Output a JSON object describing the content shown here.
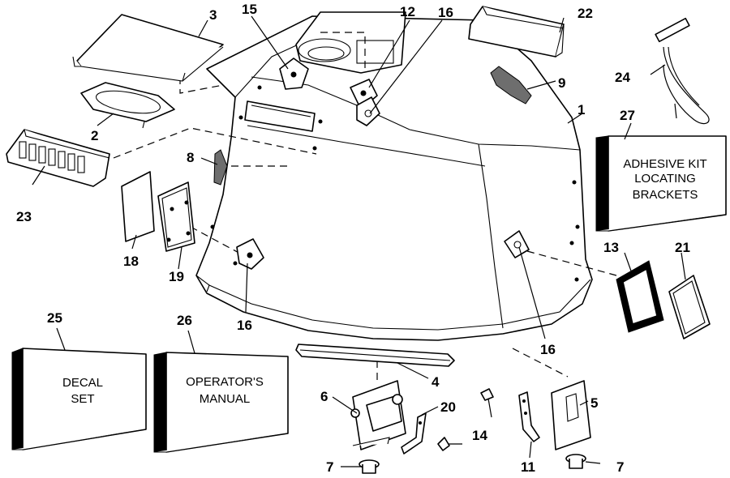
{
  "callouts": {
    "c1": "1",
    "c2": "2",
    "c3": "3",
    "c4": "4",
    "c5": "5",
    "c6": "6",
    "c7a": "7",
    "c7b": "7",
    "c8": "8",
    "c9": "9",
    "c11": "11",
    "c12": "12",
    "c13": "13",
    "c14": "14",
    "c15": "15",
    "c16a": "16",
    "c16b": "16",
    "c16c": "16",
    "c18": "18",
    "c19": "19",
    "c20": "20",
    "c21": "21",
    "c22": "22",
    "c23": "23",
    "c24": "24",
    "c25": "25",
    "c26": "26",
    "c27": "27"
  },
  "boxes": {
    "decal_line1": "DECAL",
    "decal_line2": "SET",
    "manual_line1": "OPERATOR'S",
    "manual_line2": "MANUAL",
    "adhesive_line1": "ADHESIVE KIT",
    "adhesive_line2": "LOCATING",
    "adhesive_line3": "BRACKETS"
  }
}
